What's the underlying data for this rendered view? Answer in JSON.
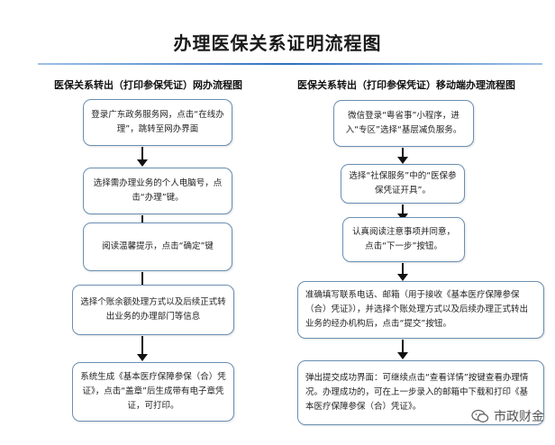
{
  "title": "办理医保关系证明流程图",
  "left": {
    "heading": "医保关系转出（打印参保凭证）网办流程图",
    "steps": [
      "登录广东政务服务网，点击“在线办理”，跳转至网办界面",
      "选择需办理业务的个人电脑号，点击“办理”键。",
      "阅读温馨提示，点击“确定”键",
      "选择个账余额处理方式以及后续正式转出业务的办理部门等信息",
      "系统生成《基本医疗保障参保（合）凭证》，点击“盖章”后生成带有电子章凭证，可打印。"
    ]
  },
  "right": {
    "heading": "医保关系转出（打印参保凭证）移动端办理流程图",
    "steps": [
      "微信登录“粤省事”小程序，进入“专区”选择“基层减负服务。",
      "选择“社保服务”中的“医保参保凭证开具”。",
      "认真阅读注意事项并同意，点击“下一步”按钮。",
      "准确填写联系电话、邮箱（用于接收《基本医疗保障参保（合）凭证》），并选择个账处理方式以及后续办理正式转出业务的经办机构后，点击“提交”按钮。",
      "弹出提交成功界面：可继续点击“查看详情”按键查看办理情况。办理成功的，可在上一步录入的邮箱中下载和打印《基本医疗保障参保（合）凭证》。"
    ]
  },
  "watermark": "市政财金"
}
